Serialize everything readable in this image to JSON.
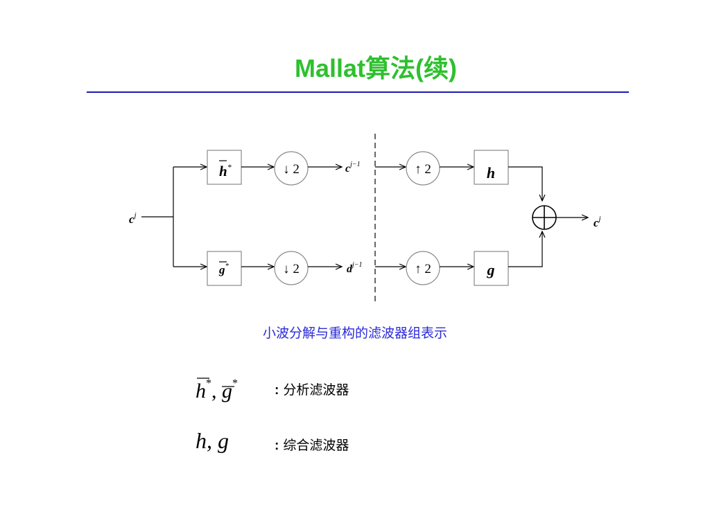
{
  "title": "Mallat算法(续)",
  "diagram": {
    "input_label": "c",
    "input_sup": "j",
    "output_label": "c",
    "output_sup": "j",
    "analysis_top_filter": "h",
    "analysis_top_sup": "*",
    "analysis_bottom_filter": "g",
    "analysis_bottom_sup": "*",
    "downsample_label": "↓ 2",
    "approx_label": "c",
    "approx_sup": "j−1",
    "detail_label": "d",
    "detail_sup": "j−1",
    "upsample_label": "↑ 2",
    "synthesis_top_filter": "h",
    "synthesis_bottom_filter": "g"
  },
  "caption": "小波分解与重构的滤波器组表示",
  "legend": [
    {
      "symbol_a": "h",
      "symbol_sep": ", ",
      "symbol_b": "g",
      "sup": "*",
      "separator": ":",
      "description": "分析滤波器"
    },
    {
      "symbol": "h, g",
      "separator": ":",
      "description": "综合滤波器"
    }
  ]
}
